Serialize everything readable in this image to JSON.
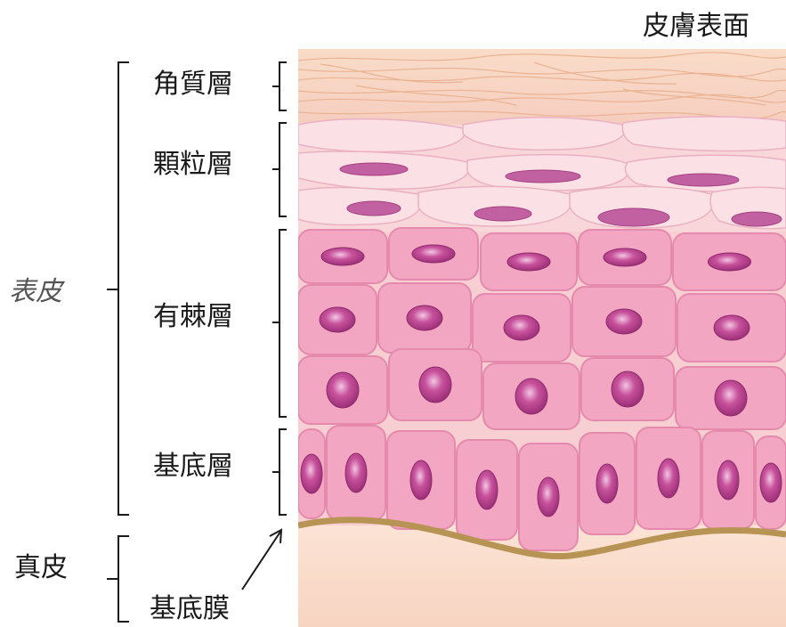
{
  "labels": {
    "skin_surface": "皮膚表面",
    "epidermis": "表皮",
    "stratum_corneum": "角質層",
    "stratum_granulosum": "顆粒層",
    "stratum_spinosum": "有棘層",
    "stratum_basale": "基底層",
    "dermis": "真皮",
    "basement_membrane": "基底膜"
  },
  "colors": {
    "cell_fill": "#f3a6c2",
    "cell_stroke": "#e58aad",
    "nucleus": "#b23c86",
    "nucleus_highlight": "#f0b9dc",
    "corneum": "#f7d8c4",
    "granulosum": "#f6c9d5",
    "membrane": "#b89454",
    "dermis": "#fbe4d6",
    "bracket": "#1a1a1a"
  }
}
